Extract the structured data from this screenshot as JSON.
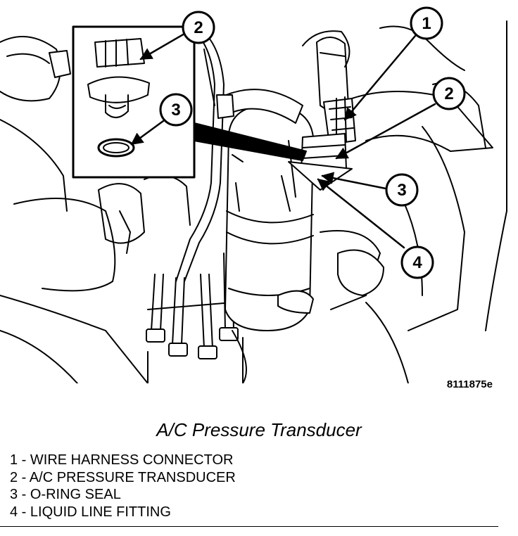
{
  "figure_code": "8111875e",
  "caption": "A/C Pressure Transducer",
  "callouts": [
    {
      "number": "1",
      "label": "WIRE HARNESS CONNECTOR"
    },
    {
      "number": "2",
      "label": "A/C PRESSURE TRANSDUCER"
    },
    {
      "number": "2",
      "label": "A/C PRESSURE TRANSDUCER"
    },
    {
      "number": "3",
      "label": "O-RING SEAL"
    },
    {
      "number": "3",
      "label": "O-RING SEAL"
    },
    {
      "number": "4",
      "label": "LIQUID LINE FITTING"
    }
  ],
  "legend": [
    "1 - WIRE HARNESS CONNECTOR",
    "2 - A/C PRESSURE TRANSDUCER",
    "3 - O-RING SEAL",
    "4 - LIQUID LINE FITTING"
  ]
}
